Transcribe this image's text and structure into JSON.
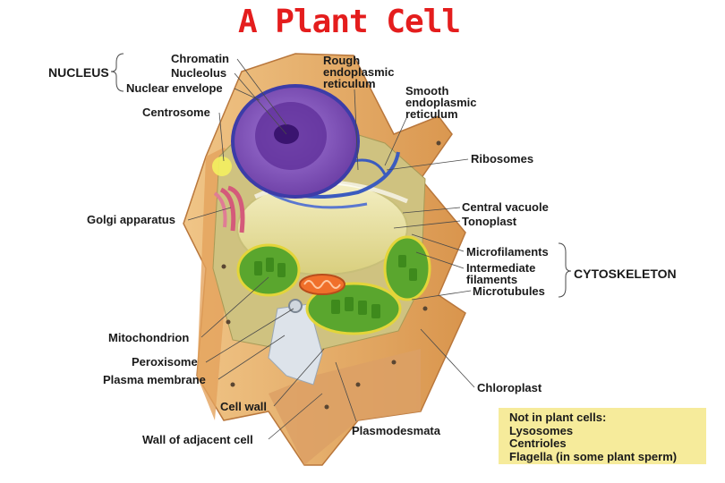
{
  "title": "A Plant Cell",
  "groups": {
    "nucleus": "NUCLEUS",
    "cytoskeleton": "CYTOSKELETON"
  },
  "labels": {
    "chromatin": "Chromatin",
    "nucleolus": "Nucleolus",
    "nuclear_envelope": "Nuclear envelope",
    "centrosome": "Centrosome",
    "golgi": "Golgi apparatus",
    "mitochondrion": "Mitochondrion",
    "peroxisome": "Peroxisome",
    "plasma_membrane": "Plasma membrane",
    "cell_wall": "Cell wall",
    "wall_adjacent": "Wall of adjacent cell",
    "rough_er": [
      "Rough",
      "endoplasmic",
      "reticulum"
    ],
    "smooth_er": [
      "Smooth",
      "endoplasmic",
      "reticulum"
    ],
    "ribosomes": "Ribosomes",
    "central_vacuole": "Central vacuole",
    "tonoplast": "Tonoplast",
    "microfilaments": "Microfilaments",
    "intermediate_filaments": [
      "Intermediate",
      "filaments"
    ],
    "microtubules": "Microtubules",
    "chloroplast": "Chloroplast",
    "plasmodesmata": "Plasmodesmata"
  },
  "note": {
    "heading": "Not in plant cells:",
    "items": [
      "Lysosomes",
      "Centrioles",
      "Flagella (in some plant sperm)"
    ]
  },
  "colors": {
    "title": "#e41d1d",
    "note_bg": "#f6eb9b",
    "cell_wall": "#e7b36d",
    "cytoplasm": "#d6cc8a",
    "nucleus": "#7c4db3",
    "vacuole": "#e9e2a3",
    "chloroplast": "#5aa62e"
  }
}
